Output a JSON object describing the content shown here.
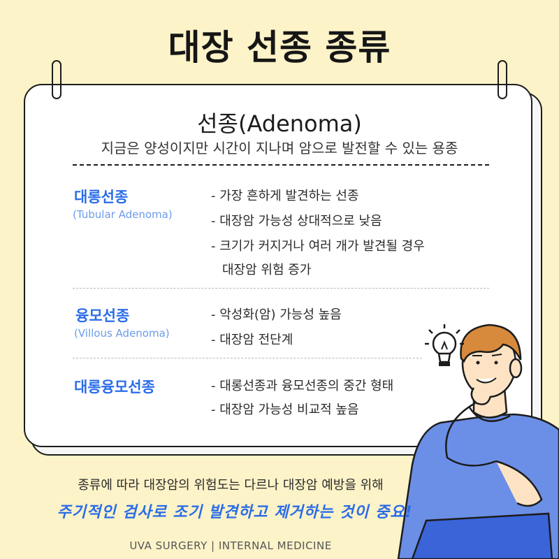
{
  "title": "대장 선종 종류",
  "card": {
    "heading": "선종(Adenoma)",
    "subtitle": "지금은 양성이지만 시간이 지나며 암으로 발전할 수 있는 용종"
  },
  "types": [
    {
      "name": "대롱선종",
      "english": "(Tubular Adenoma)",
      "points": [
        "- 가장 흔하게 발견하는 선종",
        "- 대장암 가능성 상대적으로 낮음",
        "- 크기가 커지거나 여러 개가 발견될 경우",
        "  대장암 위험 증가"
      ]
    },
    {
      "name": "융모선종",
      "english": "(Villous Adenoma)",
      "points": [
        "- 악성화(암) 가능성 높음",
        "- 대장암 전단계"
      ]
    },
    {
      "name": "대롱융모선종",
      "english": "",
      "points": [
        "- 대롱선종과 융모선종의 중간 형태",
        "- 대장암 가능성 비교적 높음"
      ]
    }
  ],
  "footer": {
    "note": "종류에 따라 대장암의 위험도는 다르나 대장암 예방을 위해",
    "emphasis": "주기적인 검사로 조기 발견하고 제거하는 것이 중요!",
    "credit": "UVA SURGERY | INTERNAL MEDICINE"
  },
  "colors": {
    "background": "#fdf3c8",
    "accent": "#2a6ce8",
    "sweater": "#6b8fe6",
    "hair": "#d78a3c"
  }
}
